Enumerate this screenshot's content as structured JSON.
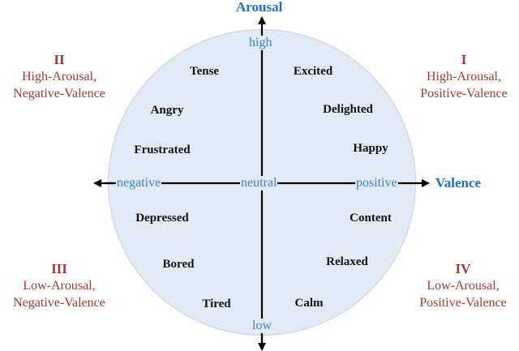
{
  "axes": {
    "vertical": {
      "label": "Arousal",
      "high": "high",
      "low": "low"
    },
    "horizontal": {
      "label": "Valence",
      "negative": "negative",
      "neutral": "neutral",
      "positive": "positive"
    }
  },
  "quadrants": [
    {
      "id": "I",
      "numeral": "I",
      "line1": "High-Arousal,",
      "line2": "Positive-Valence"
    },
    {
      "id": "II",
      "numeral": "II",
      "line1": "High-Arousal,",
      "line2": "Negative-Valence"
    },
    {
      "id": "III",
      "numeral": "III",
      "line1": "Low-Arousal,",
      "line2": "Negative-Valence"
    },
    {
      "id": "IV",
      "numeral": "IV",
      "line1": "Low-Arousal,",
      "line2": "Positive-Valence"
    }
  ],
  "emotions": {
    "tense": "Tense",
    "angry": "Angry",
    "frustrated": "Frustrated",
    "excited": "Excited",
    "delighted": "Delighted",
    "happy": "Happy",
    "depressed": "Depressed",
    "bored": "Bored",
    "tired": "Tired",
    "content": "Content",
    "relaxed": "Relaxed",
    "calm": "Calm"
  },
  "colors": {
    "axis_label": "#1f6fd1",
    "tick_label": "#3b82d6",
    "quadrant_label": "#a33a32",
    "circle_fill": "#e2eaf5",
    "emotion_text": "#111111"
  }
}
